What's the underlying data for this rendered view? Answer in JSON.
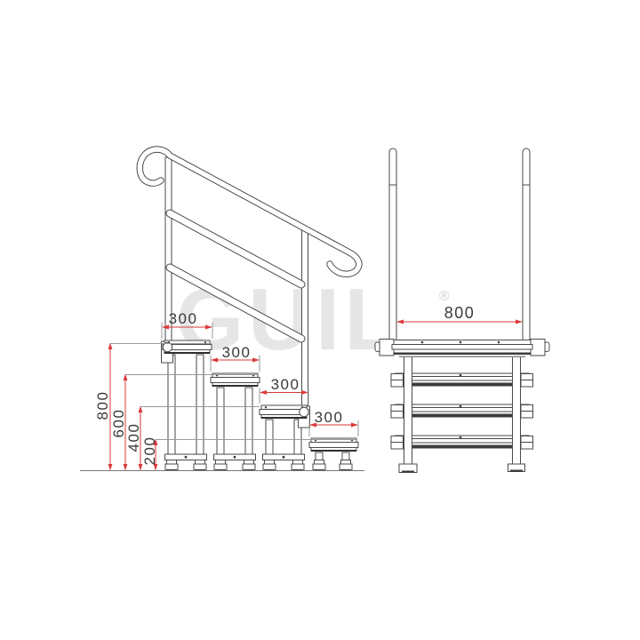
{
  "drawing": {
    "watermark_text": "GUIL",
    "registered_mark": "®",
    "side_view": {
      "step_depth_labels": [
        "300",
        "300",
        "300",
        "300"
      ],
      "height_labels": [
        "800",
        "600",
        "400",
        "200"
      ]
    },
    "front_view": {
      "width_label": "800"
    }
  },
  "colors": {
    "line_art": "#4a4a4a",
    "dimension_line": "#d93a3a",
    "dimension_text": "#3a3a3a",
    "watermark": "#e6e6e6"
  }
}
